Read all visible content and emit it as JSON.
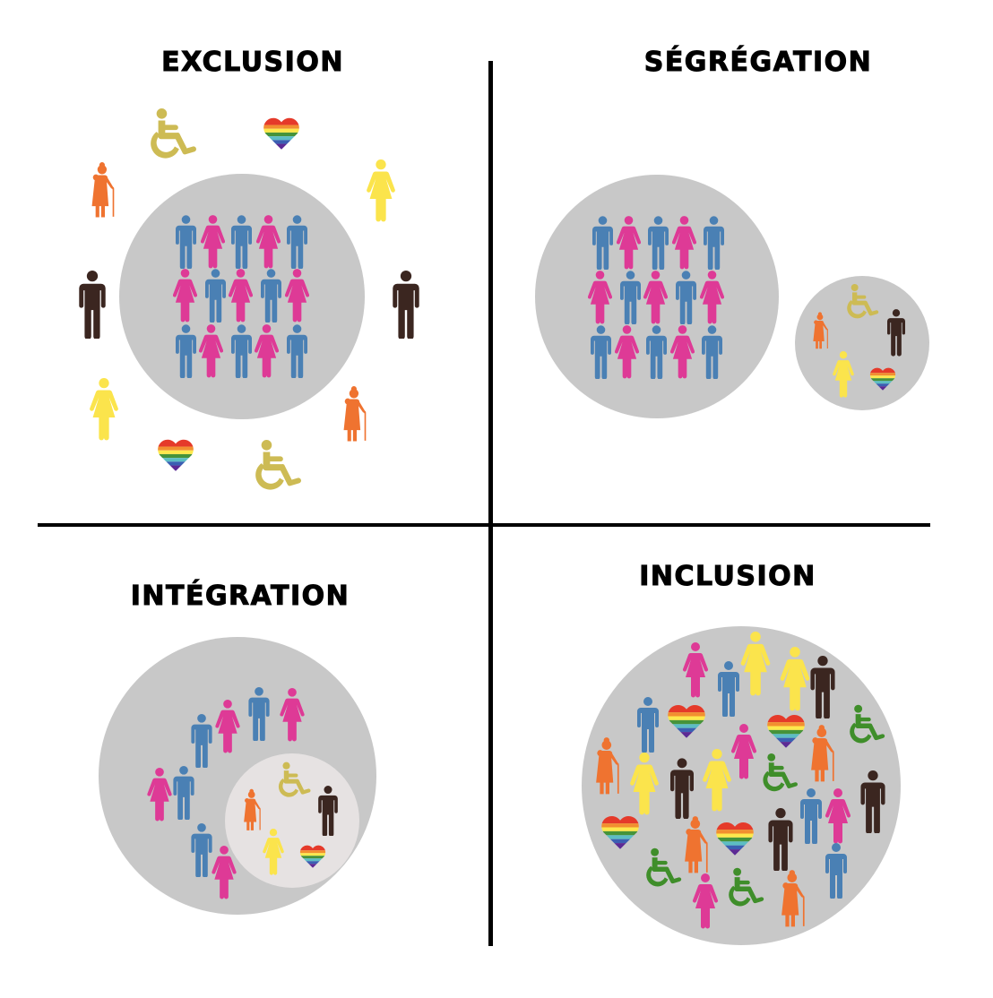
{
  "quadrants": [
    {
      "id": "exclusion",
      "title": "EXCLUSION",
      "position": "top-left"
    },
    {
      "id": "segregation",
      "title": "SÉGRÉGATION",
      "position": "top-right"
    },
    {
      "id": "integration",
      "title": "INTÉGRATION",
      "position": "bottom-left"
    },
    {
      "id": "inclusion",
      "title": "INCLUSION",
      "position": "bottom-right"
    }
  ],
  "colors": {
    "circle_gray": "#c8c8c8",
    "inner_circle": "#e6e2e2",
    "man_blue": "#4a80b4",
    "woman_pink": "#de3a96",
    "man_brown": "#3b2620",
    "woman_yellow": "#fbe44c",
    "elderly_orange": "#ef7330",
    "wheelchair_gold": "#cdbb54",
    "wheelchair_green": "#3f8e2a",
    "divider": "#000000"
  },
  "icons": [
    "man-icon",
    "woman-icon",
    "elderly-woman-icon",
    "wheelchair-icon",
    "rainbow-heart-icon"
  ]
}
